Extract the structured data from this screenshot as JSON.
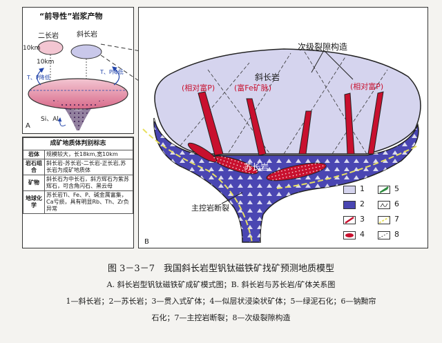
{
  "panel_a": {
    "title": "“前导性”岩浆产物",
    "rock_eryan": "二长岩",
    "rock_xiechang": "斜长岩",
    "depth1": "10km",
    "depth2": "10km",
    "arrow_left": "T、P降低",
    "arrow_right": "T、P降低",
    "elements": "Si、Al",
    "panel_label": "A"
  },
  "criteria": {
    "title": "成矿地质体判别标志",
    "rows": [
      {
        "key": "岩体",
        "value": "规模较大，长18km,宽10km"
      },
      {
        "key": "岩石组合",
        "value": "斜长岩-苏长岩-二长岩-正长岩,苏长岩为成矿地质体"
      },
      {
        "key": "矿物",
        "value": "斜长石为中长石，斜方辉石为紫苏辉石，可含角闪石、黑云母"
      },
      {
        "key": "地球化学",
        "value": "苏长岩Ti、Fe、P、碱金属富集，Ca亏损，具有明显Rb、Th、Zr负异常"
      }
    ]
  },
  "panel_b": {
    "fracture_label": "次级裂隙构造",
    "anorthosite": "斜长岩",
    "rich_p_left": "(相对富P)",
    "rich_fe": "(富Fe矿脉)",
    "rich_p_right": "(相对富P)",
    "norite": "苏长岩",
    "main_fault": "主控岩断裂",
    "panel_label": "B",
    "legend_numbers": [
      "1",
      "2",
      "3",
      "4",
      "5",
      "6",
      "7",
      "8"
    ]
  },
  "colors": {
    "anorthosite": "#d5d4ee",
    "norite": "#4a46b2",
    "ore_red": "#c8102e",
    "fault_yellow": "#e8e060",
    "chlorite_green": "#2e8b3e"
  },
  "caption": {
    "title": "图 3－3－7　我国斜长岩型钒钛磁铁矿找矿预测地质模型",
    "line1": "A. 斜长岩型钒钛磁铁矿成矿模式图；B. 斜长岩与苏长岩/矿体关系图",
    "line2": "1—斜长岩；2—苏长岩；3—贯入式矿体；4—似层状浸染状矿体；5—绿泥石化；6—钠黝帘",
    "line3": "石化；7—主控岩断裂；8—次级裂隙构造"
  }
}
